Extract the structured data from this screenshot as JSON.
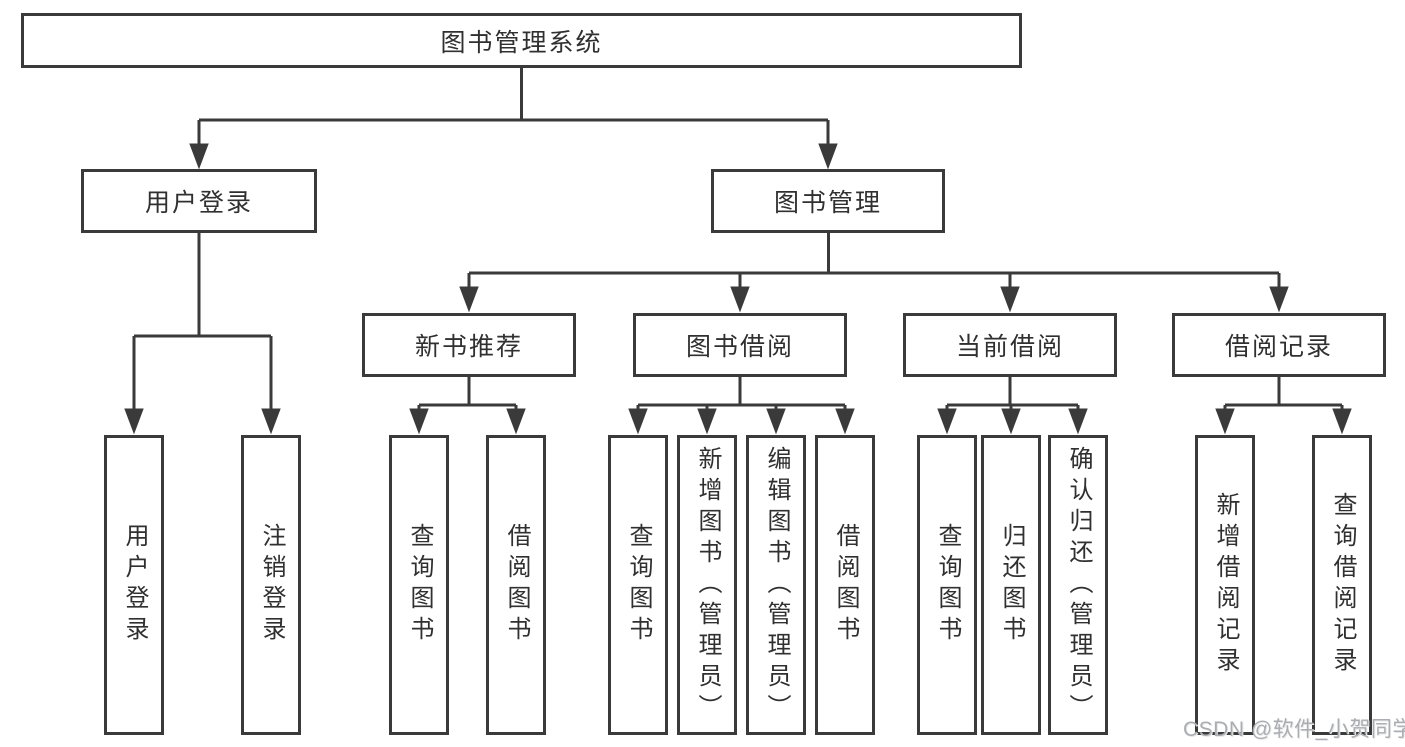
{
  "diagram": {
    "tree": {
      "root": {
        "label": "图书管理系统"
      },
      "level2": [
        {
          "label": "用户登录",
          "children": [
            {
              "label": "用户登录"
            },
            {
              "label": "注销登录"
            }
          ]
        },
        {
          "label": "图书管理",
          "children": [
            {
              "label": "新书推荐",
              "children": [
                {
                  "label": "查询图书"
                },
                {
                  "label": "借阅图书"
                }
              ]
            },
            {
              "label": "图书借阅",
              "children": [
                {
                  "label": "查询图书"
                },
                {
                  "label": "新增图书（管理员）"
                },
                {
                  "label": "编辑图书（管理员）"
                },
                {
                  "label": "借阅图书"
                }
              ]
            },
            {
              "label": "当前借阅",
              "children": [
                {
                  "label": "查询图书"
                },
                {
                  "label": "归还图书"
                },
                {
                  "label": "确认归还（管理员）"
                }
              ]
            },
            {
              "label": "借阅记录",
              "children": [
                {
                  "label": "新增借阅记录"
                },
                {
                  "label": "查询借阅记录"
                }
              ]
            }
          ]
        }
      ]
    },
    "colors": {
      "line": "#3a3a3a",
      "text": "#303030",
      "background": "#ffffff",
      "watermark": "#aaadb2"
    }
  },
  "watermark": {
    "text": "CSDN @软件_小贺同学"
  }
}
